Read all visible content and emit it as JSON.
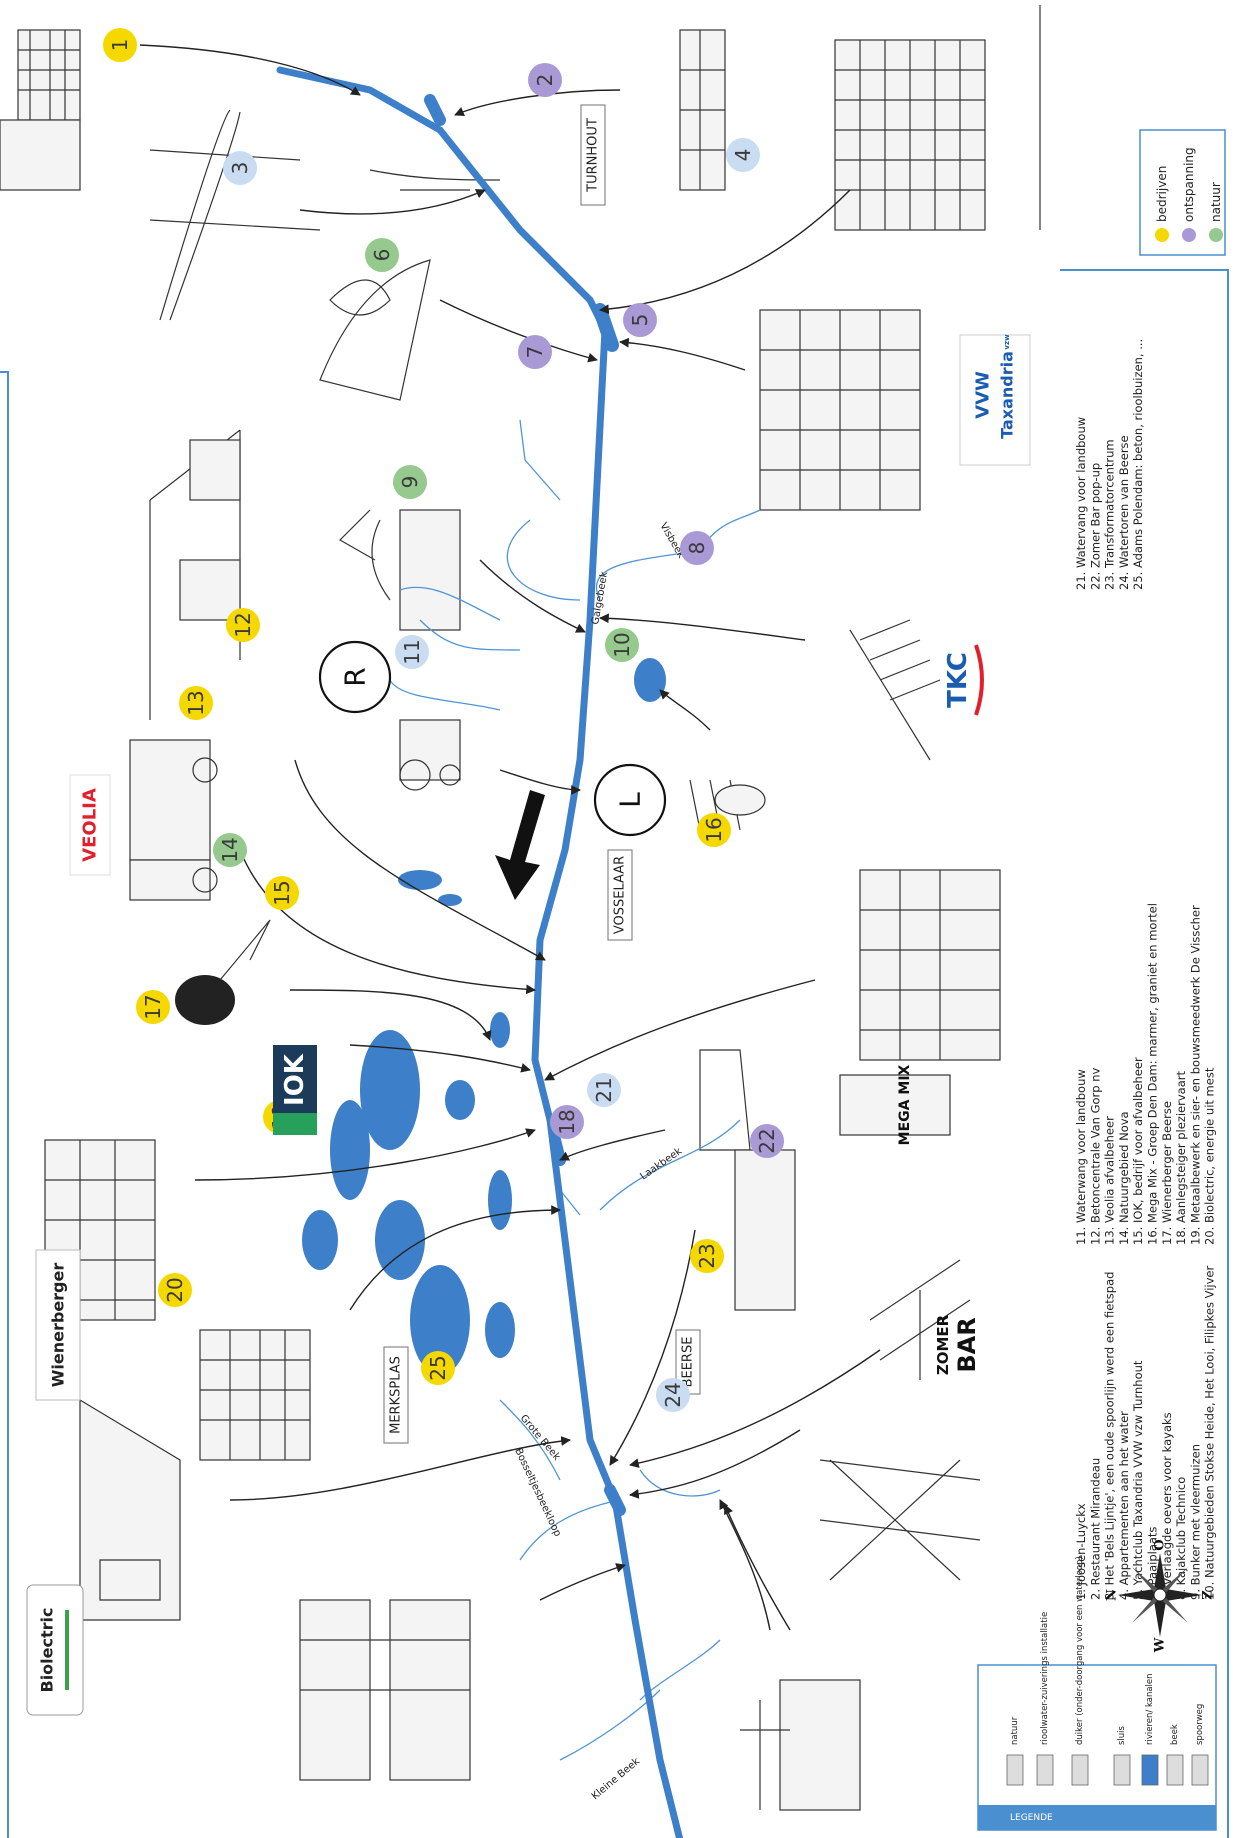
{
  "colors": {
    "bedrijven": "#f5d800",
    "ontspanning": "#a99ad6",
    "natuur": "#95c98d",
    "natuur_alt": "#c9dcf2",
    "water": "#3d7fc8",
    "frame": "#4a8fd0"
  },
  "towns": [
    "TURNHOUT",
    "VOSSELAAR",
    "MERKSPLAS",
    "BEERSE"
  ],
  "banks": {
    "right": "R",
    "left": "L"
  },
  "streams": [
    "Visbeek",
    "Galgebeek",
    "Laakbeek",
    "Grote Beek",
    "Bosseltjesbeekloop",
    "Kleine Beek"
  ],
  "markers": [
    {
      "n": "1",
      "cat": "bedrijven"
    },
    {
      "n": "2",
      "cat": "ontspanning"
    },
    {
      "n": "3",
      "cat": "natuur_alt"
    },
    {
      "n": "4",
      "cat": "natuur_alt"
    },
    {
      "n": "5",
      "cat": "ontspanning"
    },
    {
      "n": "6",
      "cat": "natuur"
    },
    {
      "n": "7",
      "cat": "ontspanning"
    },
    {
      "n": "8",
      "cat": "ontspanning"
    },
    {
      "n": "9",
      "cat": "natuur"
    },
    {
      "n": "10",
      "cat": "natuur"
    },
    {
      "n": "11",
      "cat": "natuur_alt"
    },
    {
      "n": "12",
      "cat": "bedrijven"
    },
    {
      "n": "13",
      "cat": "bedrijven"
    },
    {
      "n": "14",
      "cat": "natuur"
    },
    {
      "n": "15",
      "cat": "bedrijven"
    },
    {
      "n": "16",
      "cat": "bedrijven"
    },
    {
      "n": "17",
      "cat": "bedrijven"
    },
    {
      "n": "18",
      "cat": "ontspanning"
    },
    {
      "n": "19",
      "cat": "bedrijven"
    },
    {
      "n": "20",
      "cat": "bedrijven"
    },
    {
      "n": "21",
      "cat": "natuur_alt"
    },
    {
      "n": "22",
      "cat": "ontspanning"
    },
    {
      "n": "23",
      "cat": "bedrijven"
    },
    {
      "n": "24",
      "cat": "natuur_alt"
    },
    {
      "n": "25",
      "cat": "bedrijven"
    }
  ],
  "legend_categories": [
    {
      "label": "bedrijven",
      "cat": "bedrijven"
    },
    {
      "label": "ontspanning",
      "cat": "ontspanning"
    },
    {
      "label": "natuur",
      "cat": "natuur"
    }
  ],
  "poi_list_1": [
    "1.   Joosen-Luyckx",
    "2.   Restaurant Mirandeau",
    "3.   Het 'Bels Lijntje', een oude spoorlijn werd een fietspad",
    "4.   Appartementen aan het water",
    "5.   Yachtclub Taxandria VVW vzw Turnhout",
    "6.   Paaiplaats",
    "7.   Verlaagde oevers voor kayaks",
    "8.   Kajakclub Technico",
    "9.   Bunker met vleermuizen",
    "10. Natuurgebieden Stokse Heide, Het Looi, Filipkes Vijver"
  ],
  "poi_list_2": [
    "11.  Waterwang voor landbouw",
    "12.  Betoncentrale Van Gorp nv",
    "13.  Veolia afvalbeheer",
    "14.  Natuurgebied Nova",
    "15.  IOK, bedrijf voor afvalbeheer",
    "16.  Mega Mix - Groep Den Dam: marmer, graniet en mortel",
    "17.  Wienerberger Beerse",
    "18.  Aanlegsteiger pleziervaart",
    "19.  Metaalbewerk en sier- en bouwsmeedwerk De Visscher",
    "20.  Biolectric, energie uit mest"
  ],
  "poi_list_3": [
    "21.  Watervang voor landbouw",
    "22.  Zomer Bar pop-up",
    "23.  Transformatorcentrum",
    "24.  Watertoren van Beerse",
    "25.  Adams Polendam: beton, rioolbuizen, ..."
  ],
  "legend": {
    "title": "LEGENDE",
    "items": [
      "natuur",
      "rioolwater-zuiverings installatie",
      "duiker (onder-doorgang voor een waterloop)",
      "sluis",
      "rivieren/ kanalen",
      "beek",
      "spoorweg"
    ]
  },
  "compass": {
    "n": "N",
    "o": "O",
    "z": "Z",
    "w": "W"
  },
  "logos": {
    "veolia": "VEOLIA",
    "iok": "IOK",
    "wienerberger": "Wienerberger",
    "biolectric": "Biolectric",
    "tkc": "TKC",
    "vvw_line1": "VVW",
    "vvw_line2": "Taxandria",
    "vvw_suffix": "vzw",
    "zomer": "ZOMER",
    "bar": "BAR",
    "megamix": "MEGA MIX"
  }
}
